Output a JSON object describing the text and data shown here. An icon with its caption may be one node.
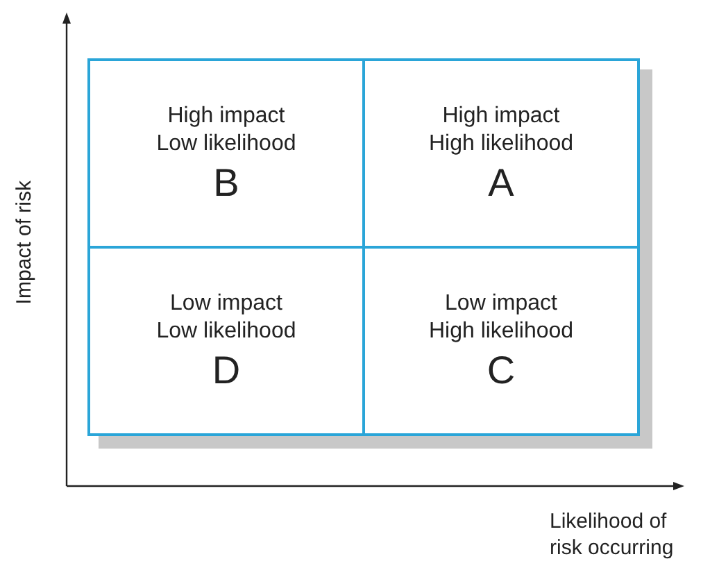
{
  "diagram": {
    "nodes": [
      {
        "text": [
          "High impact Low likelihood",
          "B"
        ]
      },
      {
        "text": [
          "High impact High likelihood",
          "A"
        ]
      },
      {
        "text": [
          "Low impact Low likelihood",
          "D"
        ]
      },
      {
        "text": [
          "Low impact High likelihood",
          "C"
        ]
      }
    ],
    "edges": [],
    "labels": [
      "Impact of risk",
      "Likelihood of risk occurring"
    ]
  }
}
